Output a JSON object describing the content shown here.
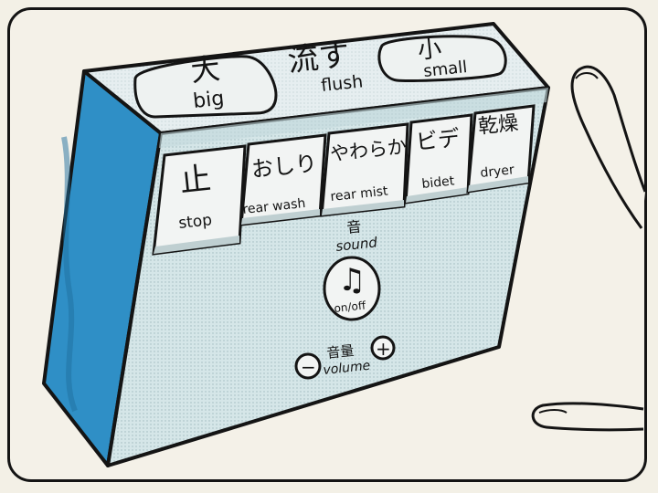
{
  "flush": {
    "title_jp": "流す",
    "title_en": "flush",
    "big_jp": "大",
    "big_en": "big",
    "small_jp": "小",
    "small_en": "small"
  },
  "buttons": [
    {
      "jp": "止",
      "en": "stop"
    },
    {
      "jp": "おしり",
      "en": "rear wash"
    },
    {
      "jp": "やわらか",
      "en": "rear mist"
    },
    {
      "jp": "ビデ",
      "en": "bidet"
    },
    {
      "jp": "乾燥",
      "en": "dryer"
    }
  ],
  "sound": {
    "jp": "音",
    "en": "sound",
    "glyph": "♫",
    "toggle_label": "on/off"
  },
  "volume": {
    "jp": "音量",
    "en": "volume",
    "minus": "−",
    "plus": "+"
  },
  "icons": [
    "music-note-icon",
    "minus-icon",
    "plus-icon"
  ],
  "colors": {
    "side_blue": "#2f8fc6",
    "panel_face": "#cfe3e6",
    "ink": "#141414",
    "paper": "#f4f1e8"
  }
}
